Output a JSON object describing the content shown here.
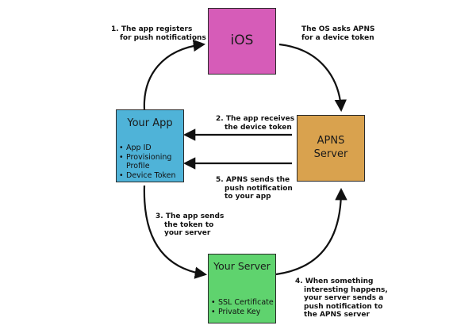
{
  "nodes": {
    "ios": {
      "title": "iOS",
      "color": "#d65cb8"
    },
    "your_app": {
      "title": "Your App",
      "color": "#4fb3d8",
      "items": [
        "App ID",
        "Provisioning",
        "Profile",
        "Device Token"
      ]
    },
    "apns": {
      "title_line1": "APNS",
      "title_line2": "Server",
      "color": "#d9a24e"
    },
    "your_server": {
      "title": "Your Server",
      "color": "#5fd36e",
      "items": [
        "SSL Certificate",
        "Private Key"
      ]
    }
  },
  "steps": {
    "s1": [
      "1. The app registers",
      "for push notifications"
    ],
    "os": [
      "The OS asks APNS",
      "for a device token"
    ],
    "s2": [
      "2. The app receives",
      "the device token"
    ],
    "s5": [
      "5. APNS sends the",
      "push notification",
      "to your app"
    ],
    "s3": [
      "3. The app sends",
      "the token to",
      "your server"
    ],
    "s4": [
      "4. When something",
      "interesting happens,",
      "your server sends a",
      "push notification to",
      "the APNS server"
    ]
  }
}
